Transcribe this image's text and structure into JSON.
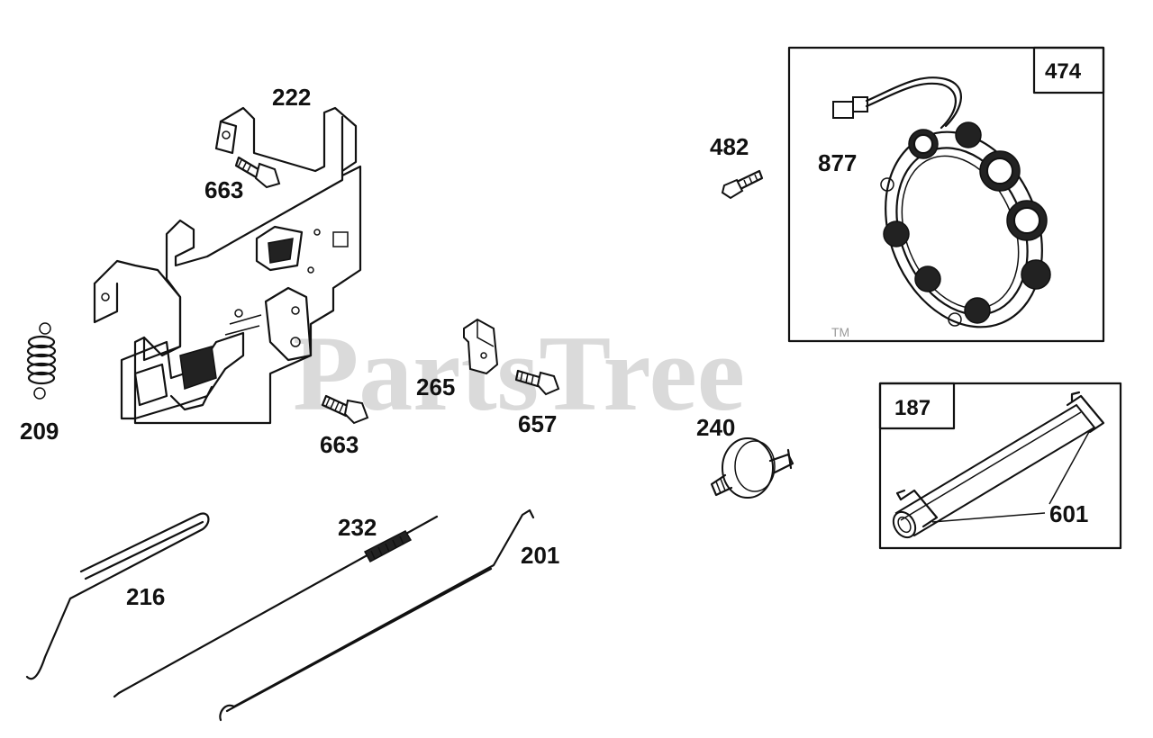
{
  "watermark": {
    "brand": "PartsTree",
    "tm": "TM"
  },
  "callouts": {
    "p222": "222",
    "p663a": "663",
    "p663b": "663",
    "p209": "209",
    "p265": "265",
    "p657": "657",
    "p482": "482",
    "p877": "877",
    "p474": "474",
    "p240": "240",
    "p187": "187",
    "p601": "601",
    "p232": "232",
    "p201": "201",
    "p216": "216"
  },
  "colors": {
    "line": "#111111",
    "watermark": "#bdbdbd",
    "background": "#ffffff"
  }
}
